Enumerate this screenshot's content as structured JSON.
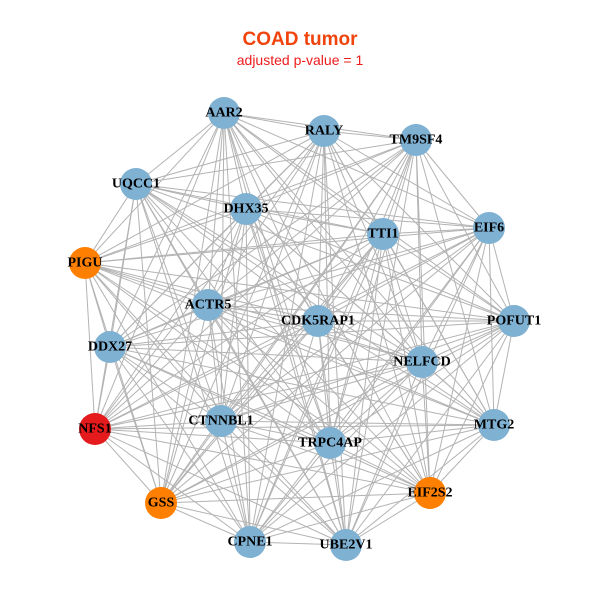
{
  "header": {
    "title": "COAD tumor",
    "subtitle": "adjusted p-value = 1"
  },
  "colors": {
    "default": "#7fb1d3",
    "highlight_orange": "#ff7f00",
    "highlight_red": "#e41a1c",
    "edge": "#b3b3b3",
    "title": "#f0440c",
    "subtitle": "#ee1b1b"
  },
  "network": {
    "edges": "all-pairs",
    "nodes": [
      {
        "id": "AAR2",
        "group": "default"
      },
      {
        "id": "RALY",
        "group": "default"
      },
      {
        "id": "TM9SF4",
        "group": "default"
      },
      {
        "id": "UQCC1",
        "group": "default"
      },
      {
        "id": "DHX35",
        "group": "default"
      },
      {
        "id": "TTI1",
        "group": "default"
      },
      {
        "id": "EIF6",
        "group": "default"
      },
      {
        "id": "PIGU",
        "group": "highlight_orange"
      },
      {
        "id": "ACTR5",
        "group": "default"
      },
      {
        "id": "CDK5RAP1",
        "group": "default"
      },
      {
        "id": "POFUT1",
        "group": "default"
      },
      {
        "id": "DDX27",
        "group": "default"
      },
      {
        "id": "NELFCD",
        "group": "default"
      },
      {
        "id": "NFS1",
        "group": "highlight_red"
      },
      {
        "id": "CTNNBL1",
        "group": "default"
      },
      {
        "id": "MTG2",
        "group": "default"
      },
      {
        "id": "TRPC4AP",
        "group": "default"
      },
      {
        "id": "GSS",
        "group": "highlight_orange"
      },
      {
        "id": "EIF2S2",
        "group": "highlight_orange"
      },
      {
        "id": "CPNE1",
        "group": "default"
      },
      {
        "id": "UBE2V1",
        "group": "default"
      }
    ]
  }
}
